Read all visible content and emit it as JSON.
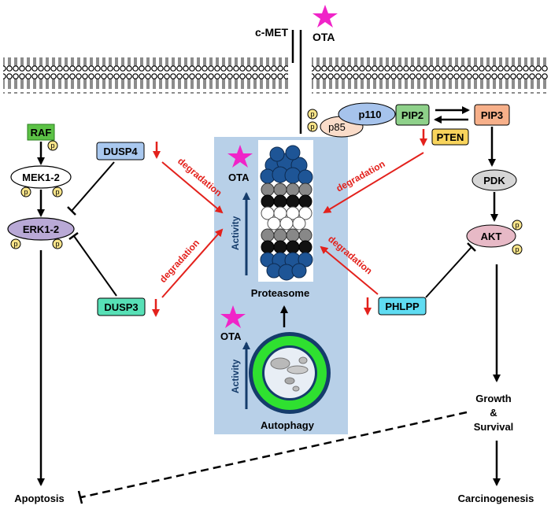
{
  "labels": {
    "cmet": "c-MET",
    "ota": "OTA",
    "raf": "RAF",
    "mek": "MEK1-2",
    "erk": "ERK1-2",
    "dusp4": "DUSP4",
    "dusp3": "DUSP3",
    "p110": "p110",
    "p85": "p85",
    "pip2": "PIP2",
    "pip3": "PIP3",
    "pten": "PTEN",
    "pdk": "PDK",
    "akt": "AKT",
    "phlpp": "PHLPP",
    "degradation": "degradation",
    "activity": "Activity",
    "proteasome": "Proteasome",
    "autophagy": "Autophagy",
    "growth1": "Growth",
    "growth2": "&",
    "growth3": "Survival",
    "apoptosis": "Apoptosis",
    "carcinogenesis": "Carcinogenesis",
    "phospho": "p"
  },
  "colors": {
    "raf": "#5cc246",
    "dusp": "#a9c8ef",
    "dusp3": "#57e0b6",
    "erk": "#b9a9d6",
    "p110": "#a6c3ec",
    "p85": "#fadcc9",
    "pip2": "#8ed18a",
    "pip3": "#f7b08a",
    "pten": "#f8d45c",
    "pdk": "#d6d6d6",
    "akt": "#e7b9c6",
    "phlpp": "#5fdcf2",
    "phospho": "#f8e48a",
    "panel": "#b8d0e8",
    "star": "#f024c8",
    "red": "#e3211c",
    "navy": "#153c6b",
    "proteasome_blue": "#1e5596",
    "autophagy_green": "#2fe030"
  }
}
